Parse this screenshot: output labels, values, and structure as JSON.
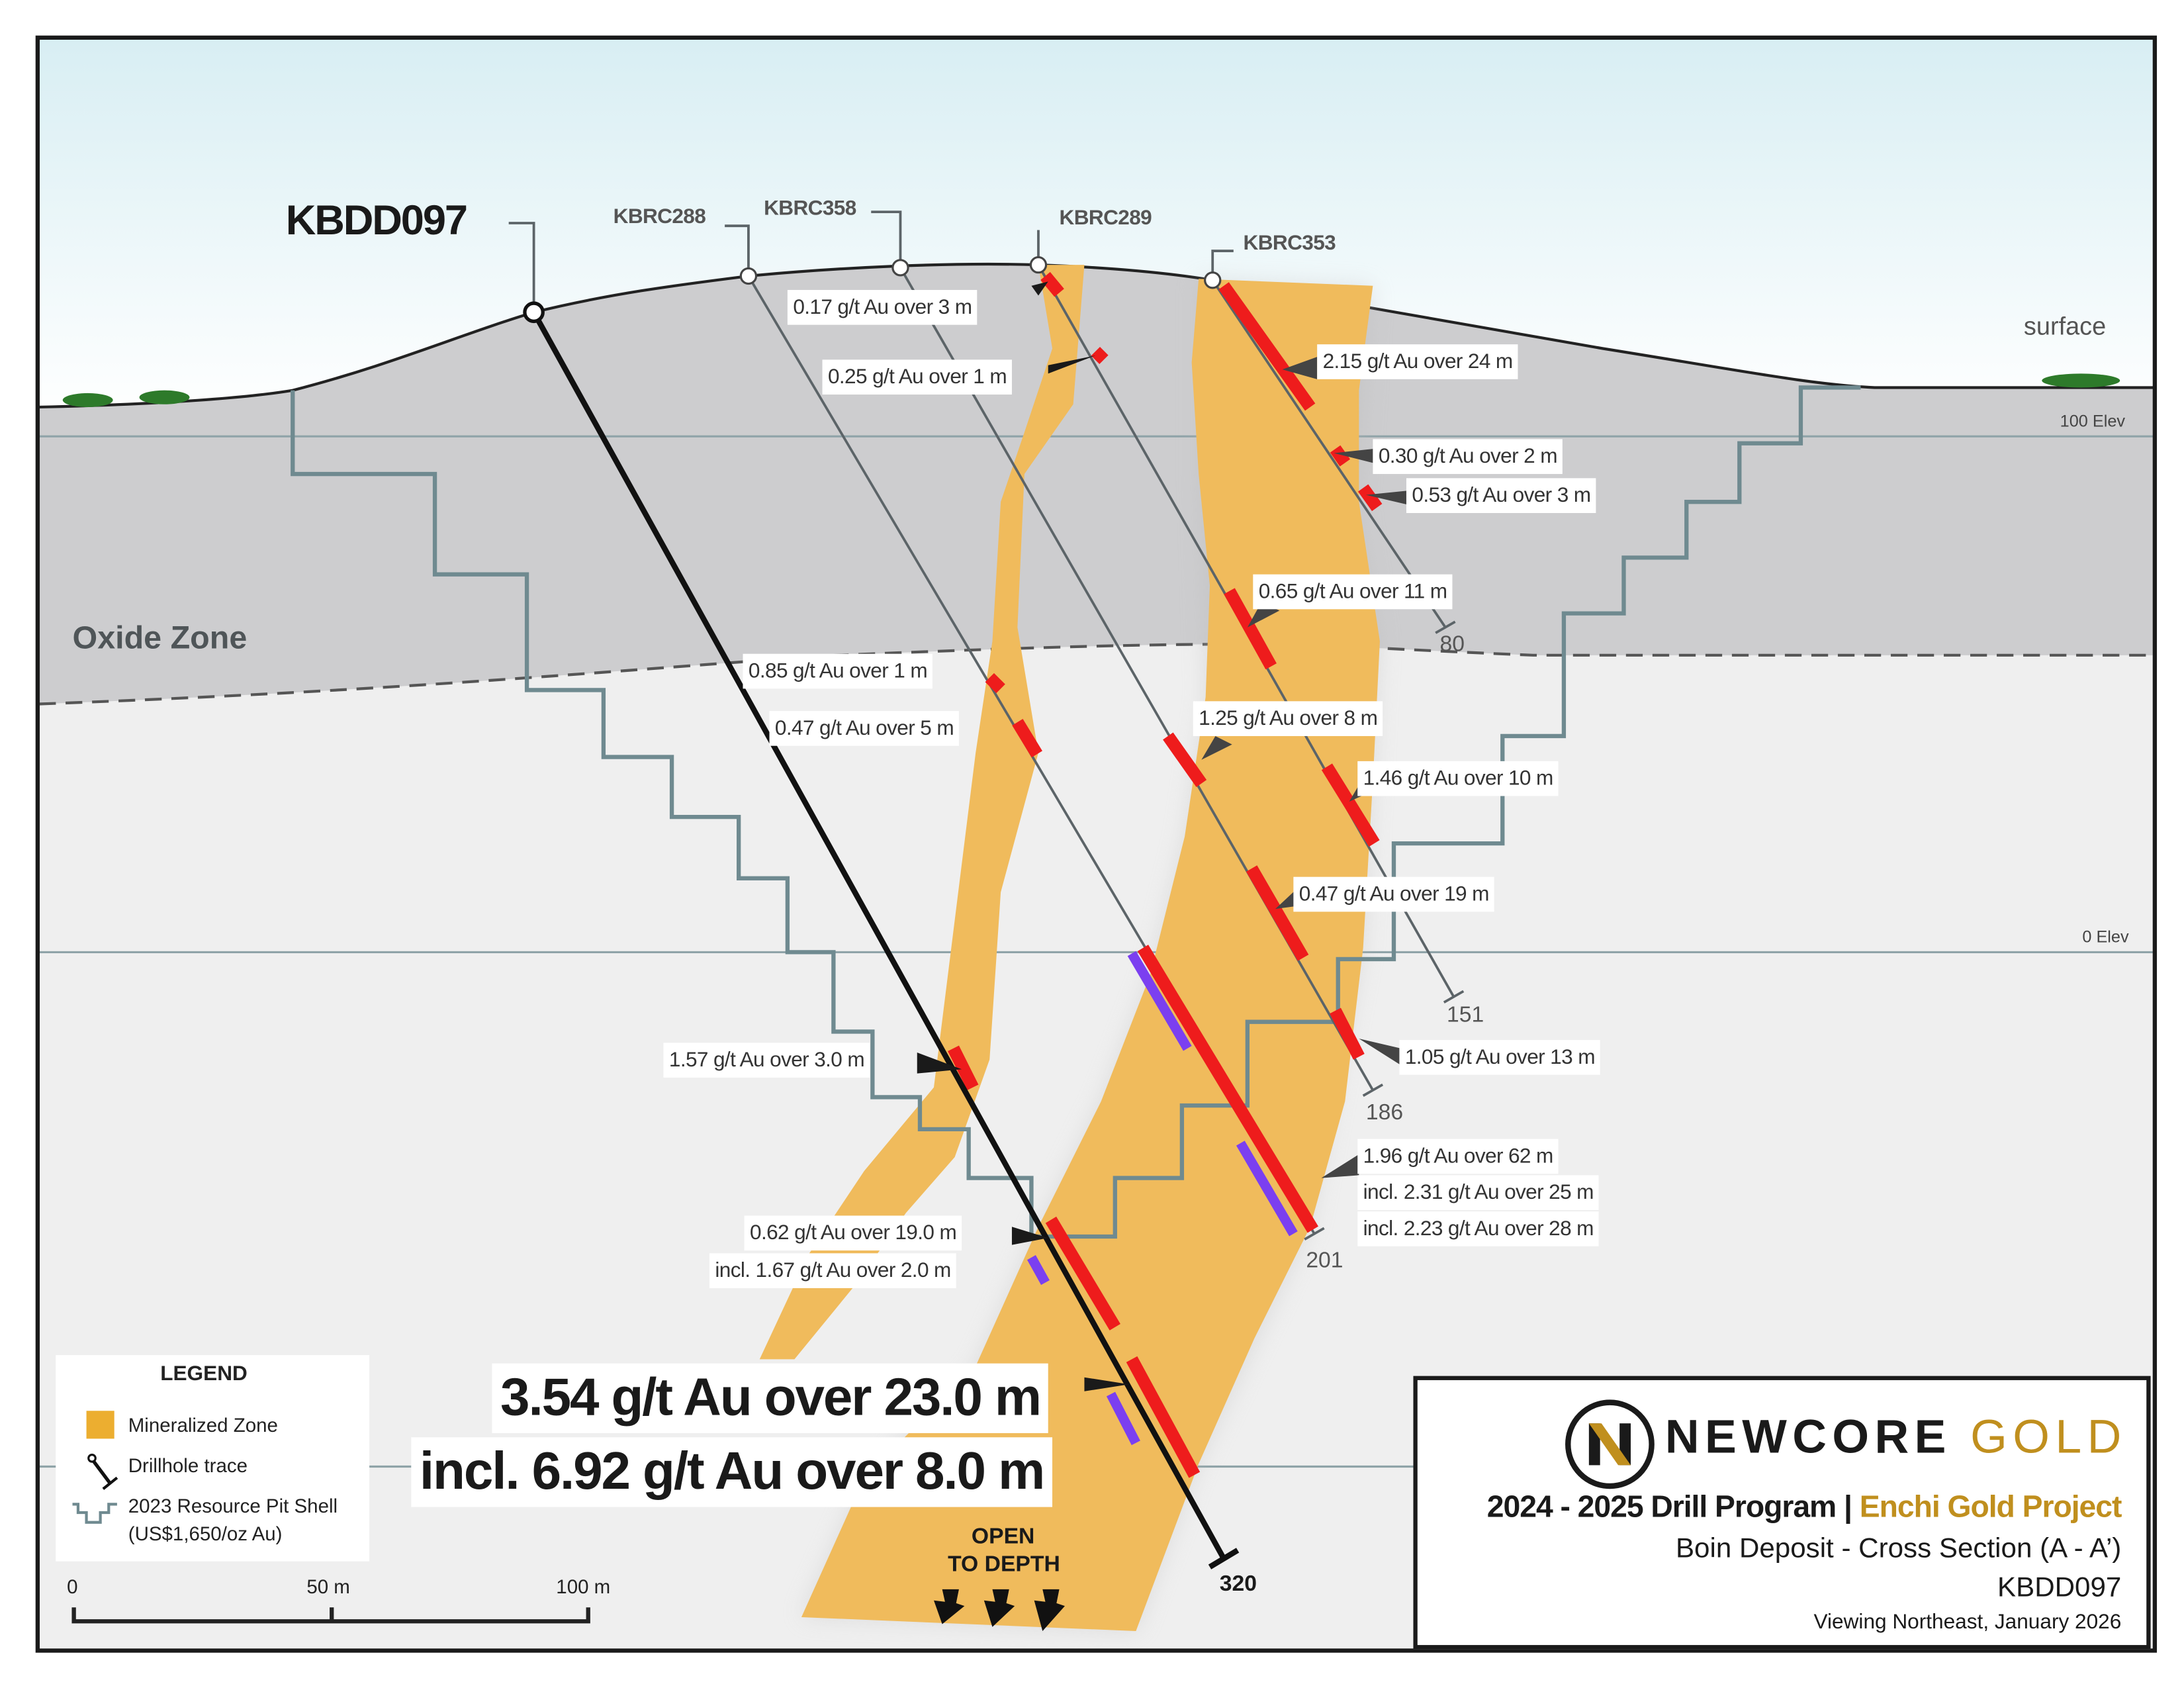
{
  "collars": {
    "main": "KBDD097",
    "h1": "KBRC288",
    "h2": "KBRC358",
    "h3": "KBRC289",
    "h4": "KBRC353"
  },
  "map_labels": {
    "surface": "surface",
    "elev100": "100 Elev",
    "elev0": "0 Elev",
    "oxide": "Oxide Zone",
    "open1": "OPEN",
    "open2": "TO DEPTH"
  },
  "hole_depths": {
    "main": "320",
    "h1": "201",
    "h2": "186",
    "h3": "151",
    "h4": "80"
  },
  "intercepts": [
    "0.17 g/t Au over 3 m",
    "0.25 g/t Au over 1 m",
    "2.15 g/t Au over 24 m",
    "0.30 g/t Au over 2 m",
    "0.53 g/t Au over 3 m",
    "0.65 g/t Au over 11 m",
    "0.85 g/t Au over 1 m",
    "0.47 g/t Au over 5 m",
    "1.25 g/t Au over 8 m",
    "1.46 g/t Au over 10 m",
    "0.47 g/t Au over 19 m",
    "1.57 g/t Au over 3.0 m",
    "1.05 g/t Au over 13 m",
    "1.96 g/t Au over 62 m",
    "incl. 2.31 g/t Au over 25 m",
    "incl. 2.23 g/t Au over 28 m",
    "0.62 g/t Au over 19.0 m",
    "incl. 1.67 g/t Au over 2.0 m"
  ],
  "highlight": {
    "line1": "3.54 g/t Au over 23.0 m",
    "line2": "incl. 6.92 g/t Au over 8.0 m"
  },
  "legend": {
    "title": "LEGEND",
    "items": [
      "Mineralized Zone",
      "Drillhole trace",
      "2023 Resource Pit Shell",
      "(US$1,650/oz Au)"
    ]
  },
  "scale": {
    "labels": [
      "0",
      "50 m",
      "100 m"
    ]
  },
  "title_block": {
    "logo_word1": "NEWCORE",
    "logo_word2": "GOLD",
    "program": "2024 - 2025 Drill Program",
    "separator": "|",
    "project": "Enchi Gold Project",
    "section": "Boin Deposit - Cross Section (A - A’)",
    "hole": "KBDD097",
    "view": "Viewing Northeast, January 2026"
  },
  "colors": {
    "mineralized": "#f0bb5c",
    "intercept": "#ee1c1c",
    "included": "#7b3ff0",
    "pit_shell": "#6f8a90",
    "gold": "#c08f1e"
  }
}
